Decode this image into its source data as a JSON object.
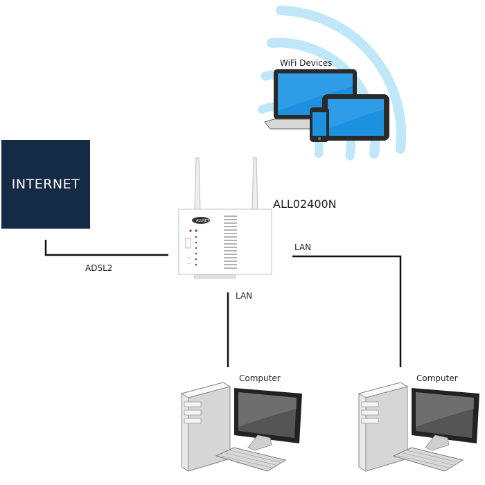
{
  "internet": {
    "label": "INTERNET",
    "bg_color": "#152a44"
  },
  "router": {
    "model": "ALL02400N",
    "brand": "ALLNET"
  },
  "wifi": {
    "label": "WiFi Devices",
    "signal_color": "#bfe7f7"
  },
  "links": {
    "adsl": "ADSL2",
    "lan_right": "LAN",
    "lan_bottom": "LAN"
  },
  "computers": [
    {
      "label": "Computer"
    },
    {
      "label": "Computer"
    }
  ],
  "colors": {
    "line": "#111111",
    "screen_blue": "#1e90e0",
    "screen_gray": "#555555"
  }
}
